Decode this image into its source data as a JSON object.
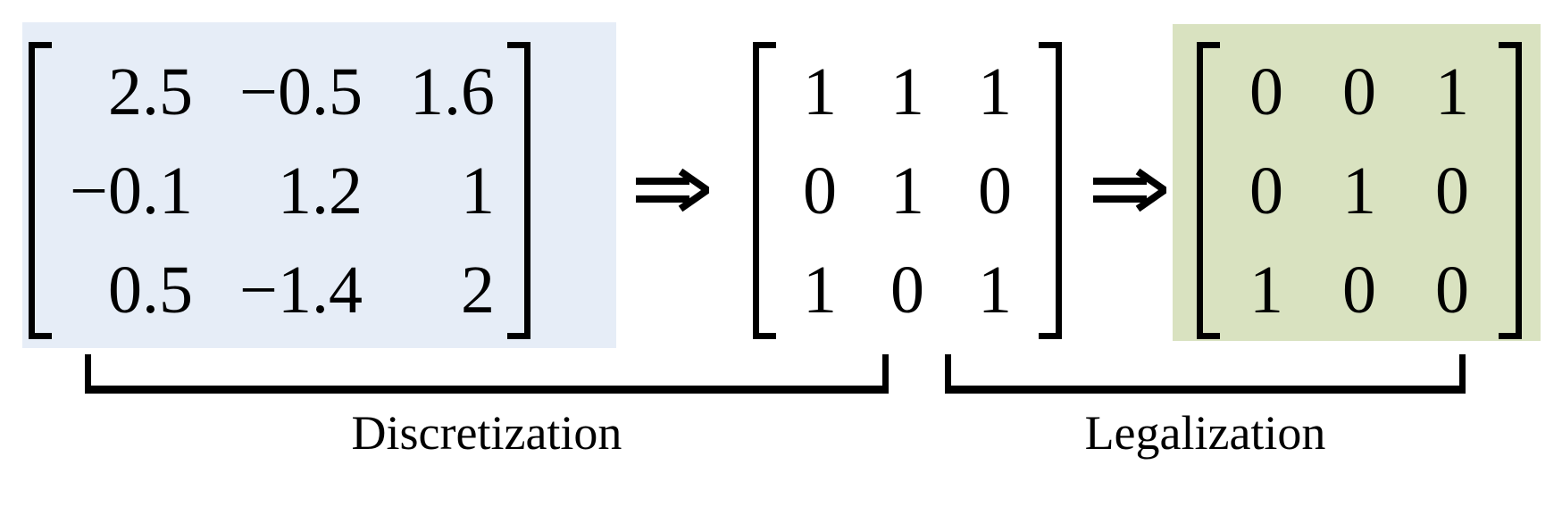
{
  "figure": {
    "kind": "matrix-transformation-diagram",
    "colors": {
      "highlight_blue": "#e6edf7",
      "highlight_green": "#d9e2c0",
      "ink": "#000000",
      "background": "#ffffff"
    }
  },
  "matrices": [
    {
      "id": "decimal",
      "name": "continuous-solution-matrix",
      "highlight": "blue",
      "rows": [
        [
          "2.5",
          "−0.5",
          "1.6"
        ],
        [
          "−0.1",
          "1.2",
          "1"
        ],
        [
          "0.5",
          "−1.4",
          "2"
        ]
      ]
    },
    {
      "id": "binary",
      "name": "discretized-matrix",
      "highlight": "none",
      "rows": [
        [
          "1",
          "1",
          "1"
        ],
        [
          "0",
          "1",
          "0"
        ],
        [
          "1",
          "0",
          "1"
        ]
      ]
    },
    {
      "id": "legal",
      "name": "legalized-permutation-matrix",
      "highlight": "green",
      "rows": [
        [
          "0",
          "0",
          "1"
        ],
        [
          "0",
          "1",
          "0"
        ],
        [
          "1",
          "0",
          "0"
        ]
      ]
    }
  ],
  "arrows": [
    {
      "id": "arrow-1",
      "glyph": "⇒",
      "name": "implies-arrow"
    },
    {
      "id": "arrow-2",
      "glyph": "⇒",
      "name": "implies-arrow"
    }
  ],
  "steps": [
    {
      "id": "discretization",
      "label": "Discretization",
      "spans": [
        "decimal",
        "binary"
      ]
    },
    {
      "id": "legalization",
      "label": "Legalization",
      "spans": [
        "binary",
        "legal"
      ]
    }
  ]
}
